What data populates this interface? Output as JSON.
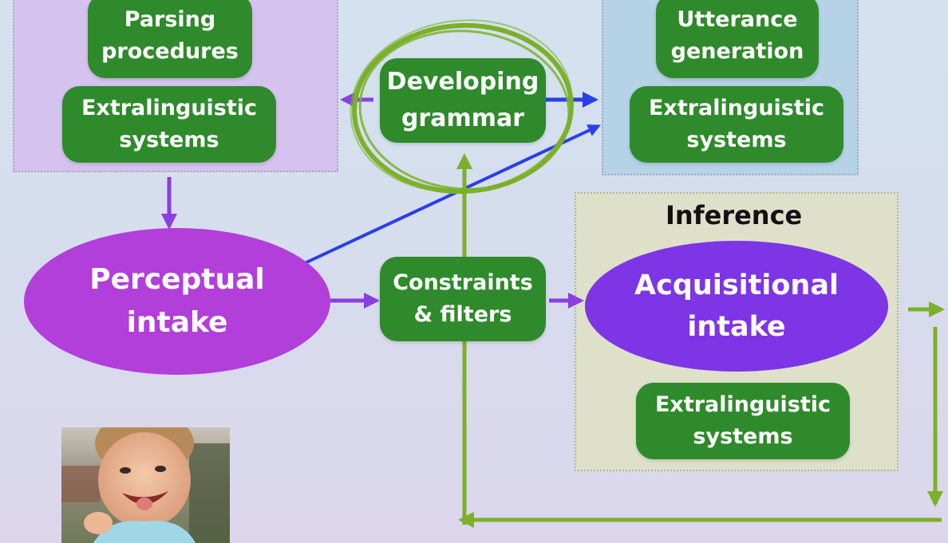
{
  "colors": {
    "green": "#2f8a2c",
    "magenta": "#b23fd9",
    "violet": "#7d35e6",
    "arrow_purple": "#8a3fe0",
    "arrow_blue": "#2b3fe6",
    "arrow_green": "#7cb02a",
    "parsing_region": "#d6c2ee",
    "utterance_region": "#b5d2e6",
    "inference_region": "#dfe0c9"
  },
  "left_panel": {
    "parsing": "Parsing\nprocedures",
    "extralinguistic": "Extralinguistic\nsystems"
  },
  "center": {
    "developing_grammar": "Developing\ngrammar",
    "constraints": "Constraints\n& filters"
  },
  "right_panel": {
    "utterance": "Utterance\ngeneration",
    "extralinguistic": "Extralinguistic\nsystems"
  },
  "inference": {
    "heading": "Inference",
    "acquisitional": "Acquisitional\nintake",
    "extralinguistic": "Extralinguistic\nsystems"
  },
  "perceptual": "Perceptual\nintake",
  "photo_icon": "smiling-toddler-photo"
}
